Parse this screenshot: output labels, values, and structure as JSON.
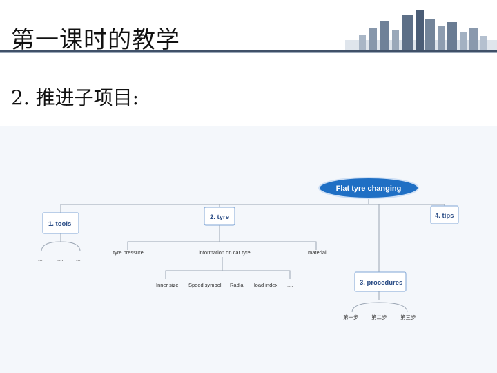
{
  "slide": {
    "title": "第一课时的教学",
    "subtitle": "2. 推进子项目:"
  },
  "diagram": {
    "root": "Flat tyre changing",
    "nodes": {
      "tools": "1. tools",
      "tyre": "2. tyre",
      "procedures": "3. procedures",
      "tips": "4. tips"
    },
    "tools_children": [
      "....",
      "....",
      "...."
    ],
    "tyre_children": [
      "tyre pressure",
      "information on car tyre",
      "material"
    ],
    "info_children": [
      "Inner size",
      "Speed symbol",
      "Radial",
      "load index",
      "...."
    ],
    "procedures_children": [
      "第一步",
      "第二步",
      "第三步"
    ]
  },
  "colors": {
    "root_fill": "#1f6fc4",
    "node_border": "#7fa6d6",
    "node_text": "#2b4d86",
    "title_rule": "#3f5068"
  }
}
